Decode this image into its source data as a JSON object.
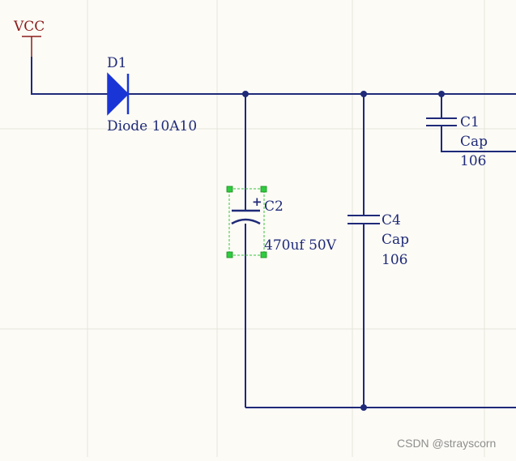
{
  "power_port": {
    "label": "VCC"
  },
  "diode": {
    "designator": "D1",
    "comment": "Diode 10A10"
  },
  "capacitors": {
    "c1": {
      "designator": "C1",
      "comment": "Cap",
      "value": "106"
    },
    "c2": {
      "designator": "C2",
      "comment": "470uf 50V",
      "polarity": "+"
    },
    "c4": {
      "designator": "C4",
      "comment": "Cap",
      "value": "106"
    }
  },
  "watermark": "CSDN @strayscorn",
  "colors": {
    "background": "#fcfbf6",
    "grid": "#e6e4da",
    "wire": "#1f2a78",
    "power_port": "#8c1c1c",
    "diode_fill": "#1a35d6",
    "selection_handle": "#2ecc40",
    "selection_box": "#39c639"
  }
}
